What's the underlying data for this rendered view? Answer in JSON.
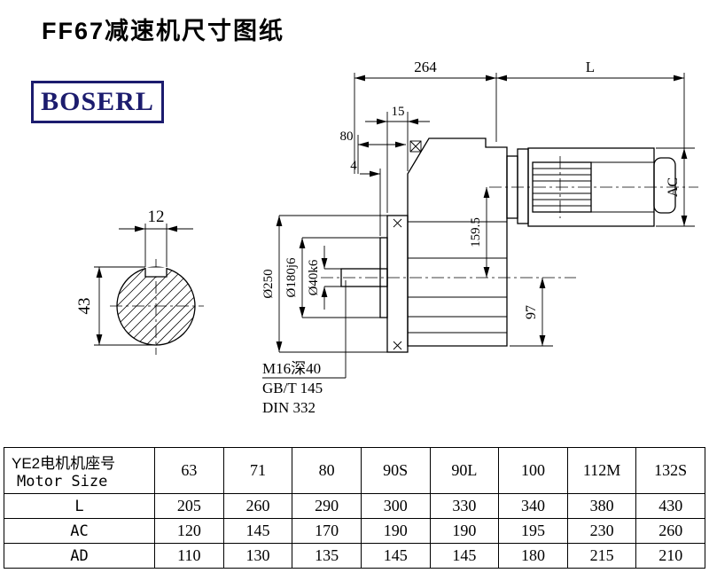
{
  "page": {
    "title": "FF67减速机尺寸图纸"
  },
  "logo": {
    "text": "BOSERL"
  },
  "drawing": {
    "dim_264": "264",
    "dim_L": "L",
    "dim_15": "15",
    "dim_80": "80",
    "dim_4": "4",
    "dim_AC": "AC",
    "dim_159_5": "159.5",
    "dim_97": "97",
    "dia_250": "Ø250",
    "dia_180": "Ø180j6",
    "dia_40": "Ø40k6",
    "dim_12": "12",
    "dim_43": "43",
    "note_thread": "M16深40",
    "note_gb": "GB/T 145",
    "note_din": "DIN 332"
  },
  "table": {
    "header": {
      "line1": "YE2电机机座号",
      "line2": "Motor Size"
    },
    "sizes": [
      "63",
      "71",
      "80",
      "90S",
      "90L",
      "100",
      "112M",
      "132S"
    ],
    "rows": [
      {
        "label": "L",
        "values": [
          "205",
          "260",
          "290",
          "300",
          "330",
          "340",
          "380",
          "430"
        ]
      },
      {
        "label": "AC",
        "values": [
          "120",
          "145",
          "170",
          "190",
          "190",
          "195",
          "230",
          "260"
        ]
      },
      {
        "label": "AD",
        "values": [
          "110",
          "130",
          "135",
          "145",
          "145",
          "180",
          "215",
          "210"
        ]
      }
    ]
  }
}
